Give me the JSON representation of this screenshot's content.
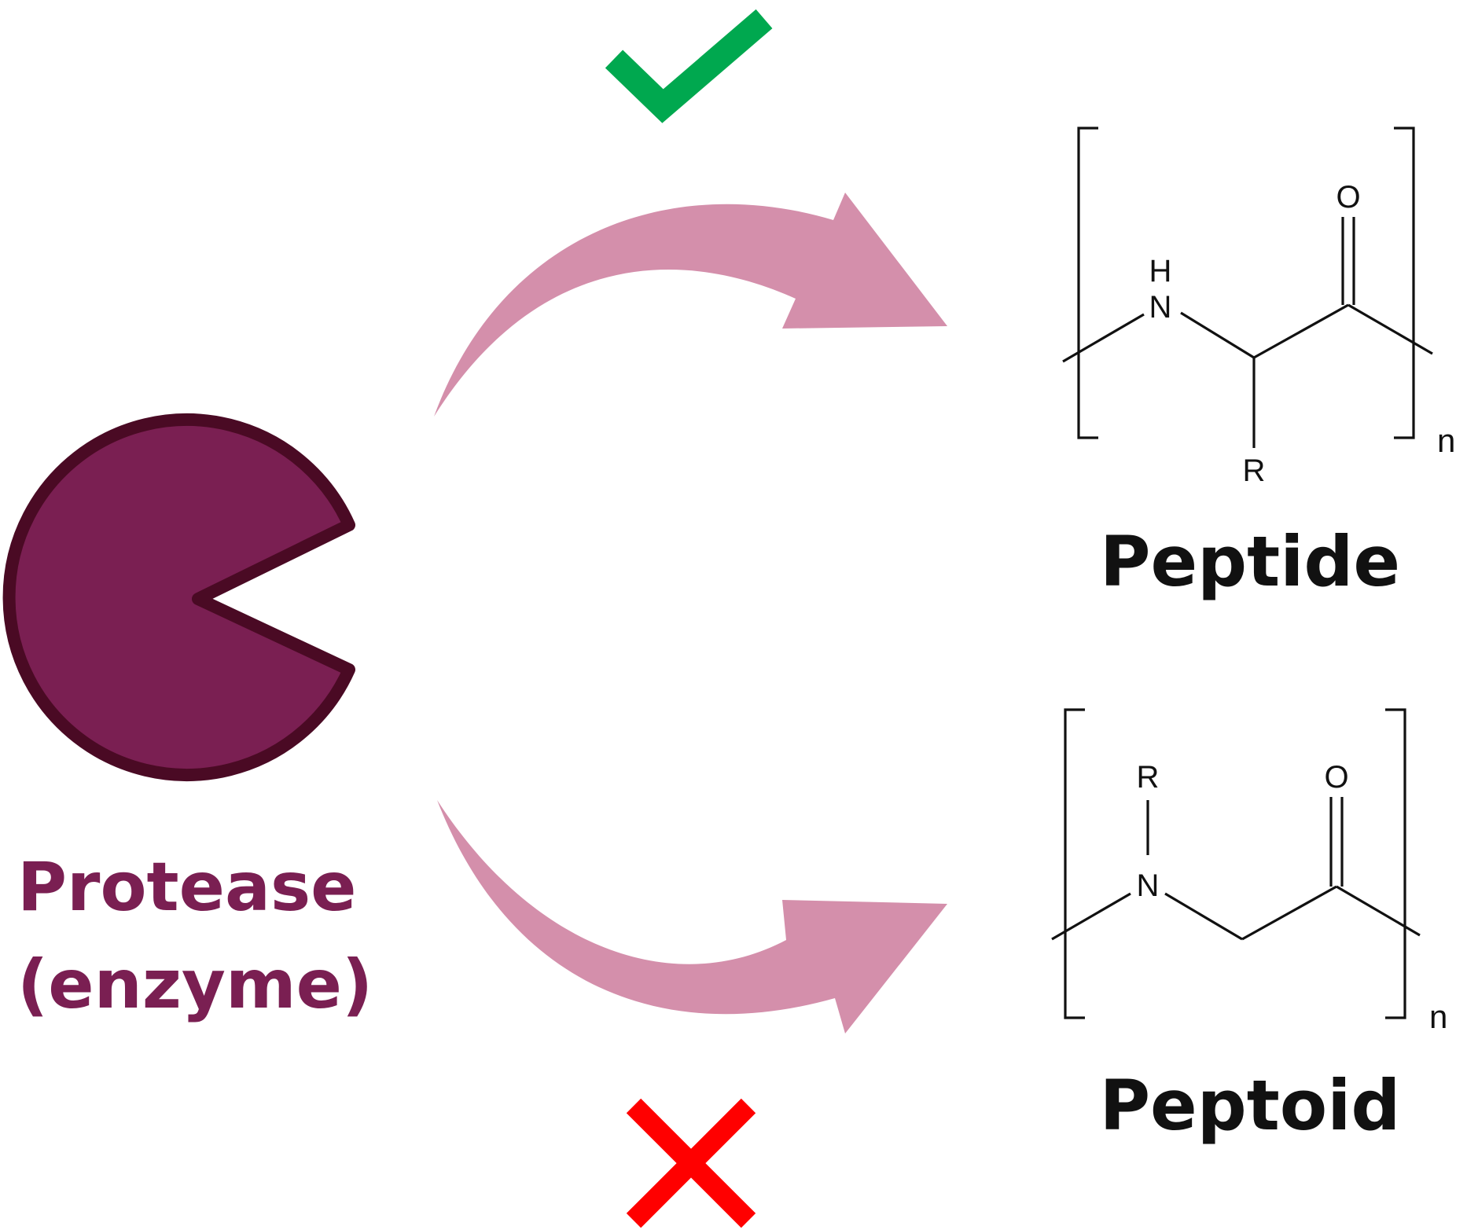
{
  "enzyme": {
    "label_line1": "Protease",
    "label_line2": "(enzyme)",
    "fill_color": "#7a1f52",
    "outline_color": "#4a0a24",
    "icon": "pacman-enzyme-icon"
  },
  "arrow_color": "#d48fab",
  "outcomes": {
    "success": {
      "icon": "checkmark-icon",
      "color": "#00a84f"
    },
    "failure": {
      "icon": "cross-icon",
      "color": "#ff0000"
    }
  },
  "peptide": {
    "name": "Peptide",
    "atoms": {
      "h": "H",
      "n": "N",
      "o": "O",
      "r": "R"
    },
    "subscript": "n"
  },
  "peptoid": {
    "name": "Peptoid",
    "atoms": {
      "r": "R",
      "n": "N",
      "o": "O"
    },
    "subscript": "n"
  }
}
